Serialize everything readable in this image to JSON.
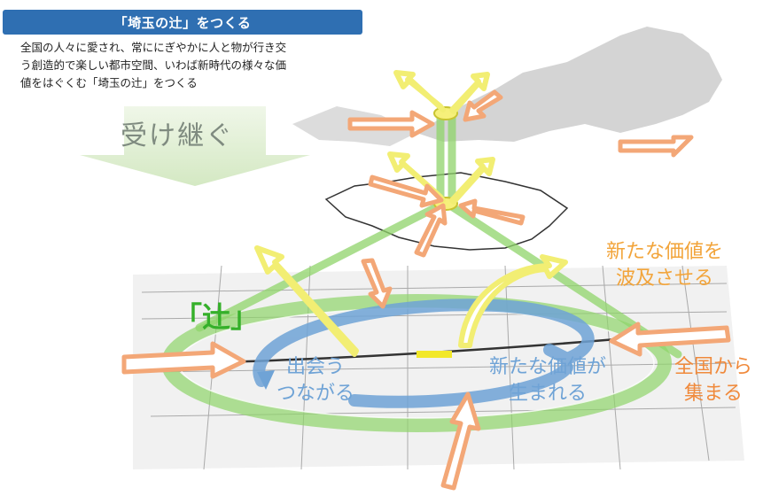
{
  "header": {
    "title": "「埼玉の辻」をつくる"
  },
  "intro": {
    "lines": [
      "全国の人々に愛され、常ににぎやかに人と物が行き交",
      "う創造的で楽しい都市空間、いわば新時代の様々な価",
      "値をはぐくむ「埼玉の辻」をつくる"
    ]
  },
  "labels": {
    "inherit": "受け継ぐ",
    "tsuji": "「辻」",
    "spread": [
      "新たな価値を",
      "波及させる"
    ],
    "gather": [
      "全国から",
      "集まる"
    ],
    "meet": [
      "出会う",
      "つながる"
    ],
    "born": [
      "新たな価値が",
      "生まれる"
    ]
  },
  "colors": {
    "title_bar": "#2f6fb2",
    "green_link": "#8fd46a",
    "outflow_arrow": "#f7f49a",
    "inflow_arrow": "#f3a777",
    "circulation": "#6fa3d6",
    "tsuji_text": "#35b02a"
  }
}
